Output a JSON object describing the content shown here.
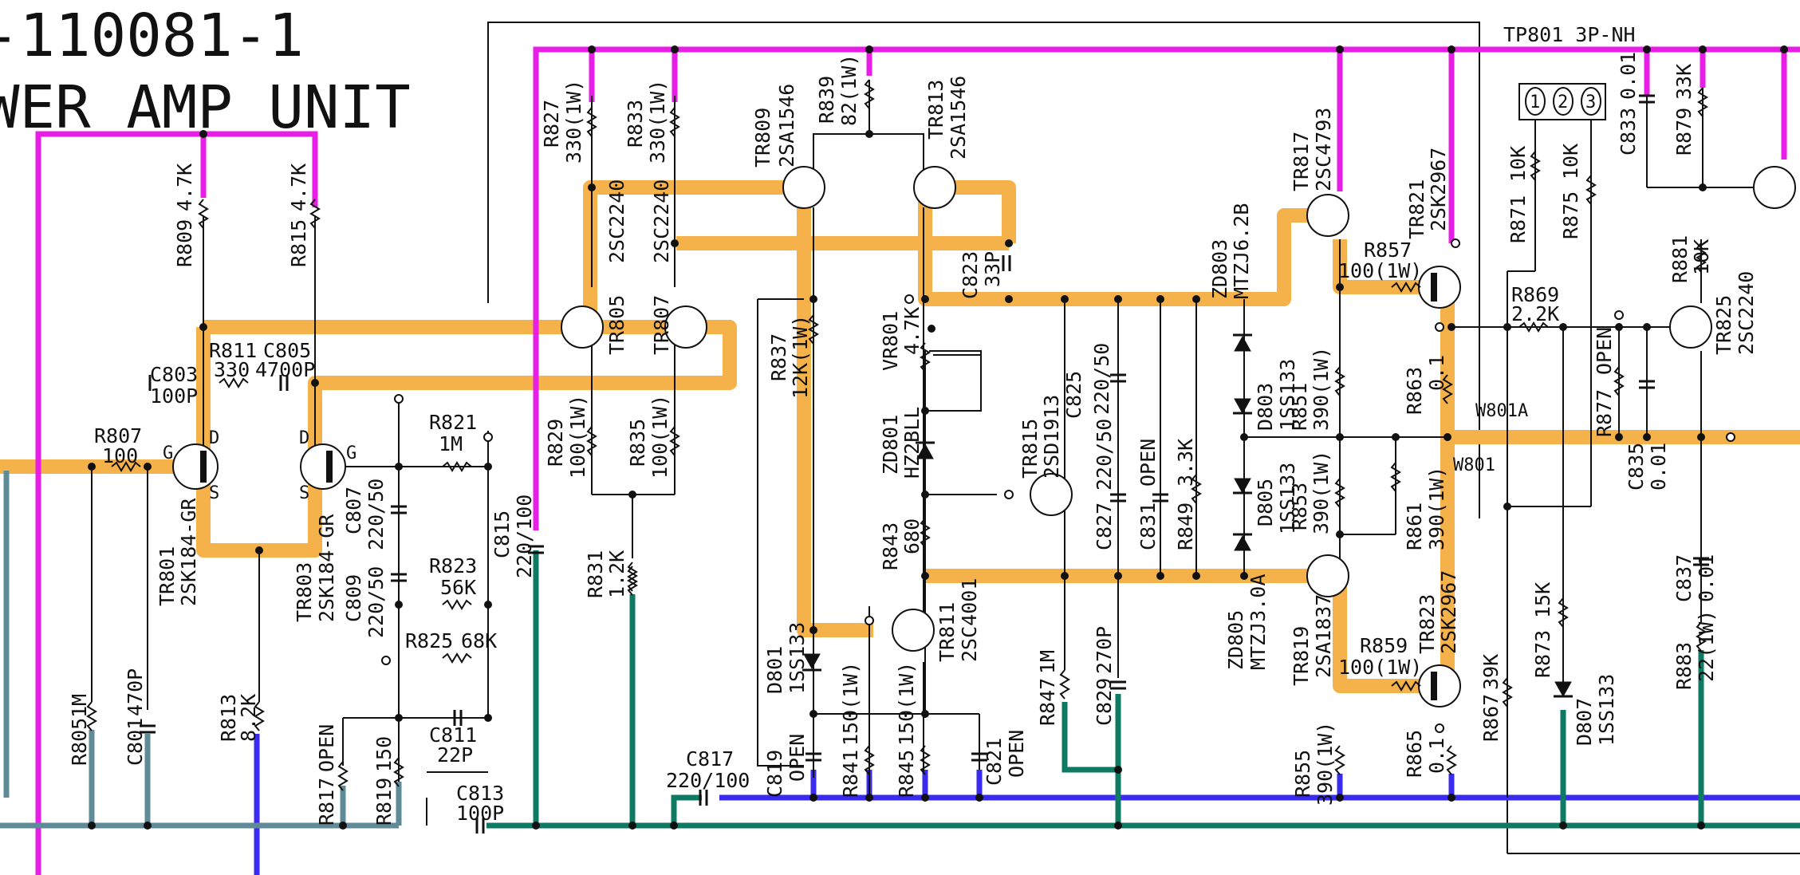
{
  "title": {
    "line1": "-110081-1",
    "line2": "WER AMP UNIT"
  },
  "connector": {
    "label": "TP801 3P-NH",
    "pins": [
      "1",
      "2",
      "3"
    ]
  },
  "colors": {
    "highlight": "#f5b24a",
    "rail_positive": "#e81ee6",
    "rail_negative": "#3a2bf0",
    "ground": "#0f7a63",
    "input": "#5f8b99"
  },
  "transistors": [
    {
      "ref": "TR801",
      "part": "2SK184-GR"
    },
    {
      "ref": "TR803",
      "part": "2SK184-GR"
    },
    {
      "ref": "TR805",
      "part": "2SC2240"
    },
    {
      "ref": "TR807",
      "part": "2SC2240"
    },
    {
      "ref": "TR809",
      "part": "2SA1546"
    },
    {
      "ref": "TR811",
      "part": "2SC4001"
    },
    {
      "ref": "TR813",
      "part": "2SA1546"
    },
    {
      "ref": "TR815",
      "part": "2SD1913"
    },
    {
      "ref": "TR817",
      "part": "2SC4793"
    },
    {
      "ref": "TR819",
      "part": "2SA1837"
    },
    {
      "ref": "TR821",
      "part": "2SK2967"
    },
    {
      "ref": "TR823",
      "part": "2SK2967"
    },
    {
      "ref": "TR825",
      "part": "2SC2240"
    }
  ],
  "resistors": [
    {
      "ref": "R805",
      "value": "1M"
    },
    {
      "ref": "R807",
      "value": "100"
    },
    {
      "ref": "R809",
      "value": "4.7K"
    },
    {
      "ref": "R811",
      "value": "330"
    },
    {
      "ref": "R813",
      "value": "8.2K"
    },
    {
      "ref": "R815",
      "value": "4.7K"
    },
    {
      "ref": "R817",
      "value": "OPEN"
    },
    {
      "ref": "R819",
      "value": "150"
    },
    {
      "ref": "R821",
      "value": "1M"
    },
    {
      "ref": "R823",
      "value": "56K"
    },
    {
      "ref": "R825",
      "value": "68K"
    },
    {
      "ref": "R827",
      "value": "330(1W)"
    },
    {
      "ref": "R829",
      "value": "100(1W)"
    },
    {
      "ref": "R831",
      "value": "1.2K"
    },
    {
      "ref": "R833",
      "value": "330(1W)"
    },
    {
      "ref": "R835",
      "value": "100(1W)"
    },
    {
      "ref": "R837",
      "value": "12K(1W)"
    },
    {
      "ref": "R839",
      "value": "82(1W)"
    },
    {
      "ref": "R841",
      "value": "150(1W)"
    },
    {
      "ref": "R843",
      "value": "680"
    },
    {
      "ref": "R845",
      "value": "150(1W)"
    },
    {
      "ref": "R847",
      "value": "1M"
    },
    {
      "ref": "R849",
      "value": "3.3K"
    },
    {
      "ref": "R851",
      "value": "390(1W)"
    },
    {
      "ref": "R853",
      "value": "390(1W)"
    },
    {
      "ref": "R855",
      "value": "390(1W)"
    },
    {
      "ref": "R857",
      "value": "100(1W)"
    },
    {
      "ref": "R859",
      "value": "100(1W)"
    },
    {
      "ref": "R861",
      "value": "390(1W)"
    },
    {
      "ref": "R863",
      "value": "0.1"
    },
    {
      "ref": "R865",
      "value": "0.1"
    },
    {
      "ref": "R867",
      "value": "39K"
    },
    {
      "ref": "R869",
      "value": "2.2K"
    },
    {
      "ref": "R871",
      "value": "10K"
    },
    {
      "ref": "R873",
      "value": "15K"
    },
    {
      "ref": "R875",
      "value": "10K"
    },
    {
      "ref": "R877",
      "value": "OPEN"
    },
    {
      "ref": "R879",
      "value": "33K"
    },
    {
      "ref": "R881",
      "value": "10K"
    },
    {
      "ref": "R883",
      "value": "22(1W)"
    },
    {
      "ref": "VR801",
      "value": "4.7K"
    }
  ],
  "capacitors": [
    {
      "ref": "C801",
      "value": "470P"
    },
    {
      "ref": "C803",
      "value": "100P"
    },
    {
      "ref": "C805",
      "value": "4700P"
    },
    {
      "ref": "C807",
      "value": "220/50"
    },
    {
      "ref": "C809",
      "value": "220/50"
    },
    {
      "ref": "C811",
      "value": "22P"
    },
    {
      "ref": "C813",
      "value": "100P"
    },
    {
      "ref": "C815",
      "value": "220/100"
    },
    {
      "ref": "C817",
      "value": "220/100"
    },
    {
      "ref": "C819",
      "value": "OPEN"
    },
    {
      "ref": "C821",
      "value": "OPEN"
    },
    {
      "ref": "C823",
      "value": "33P"
    },
    {
      "ref": "C825",
      "value": "220/50"
    },
    {
      "ref": "C827",
      "value": "220/50"
    },
    {
      "ref": "C829",
      "value": "270P"
    },
    {
      "ref": "C831",
      "value": "OPEN"
    },
    {
      "ref": "C833",
      "value": "0.01"
    },
    {
      "ref": "C835",
      "value": "0.01"
    },
    {
      "ref": "C837",
      "value": "0.01"
    }
  ],
  "diodes": [
    {
      "ref": "D801",
      "part": "1SS133"
    },
    {
      "ref": "D803",
      "part": "1SS133"
    },
    {
      "ref": "D805",
      "part": "1SS133"
    },
    {
      "ref": "D807",
      "part": "1SS133"
    },
    {
      "ref": "ZD801",
      "part": "HZ2BLL"
    },
    {
      "ref": "ZD803",
      "part": "MTZJ6.2B"
    },
    {
      "ref": "ZD805",
      "part": "MTZJ3.0A"
    }
  ],
  "wires": [
    {
      "ref": "W801A"
    },
    {
      "ref": "W801"
    }
  ],
  "fet_pins": {
    "gate": "G",
    "drain": "D",
    "source": "S"
  }
}
